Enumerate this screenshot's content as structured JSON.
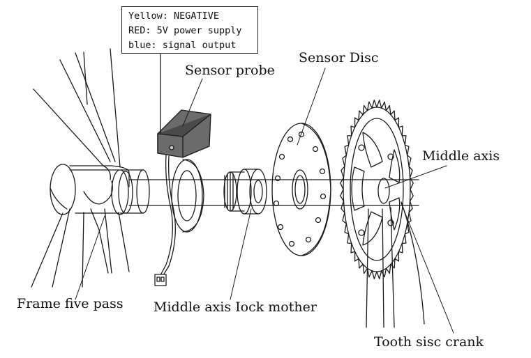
{
  "wire_legend": [
    "Yellow: NEGATIVE",
    "RED: 5V power supply",
    "blue: signal output"
  ],
  "labels": {
    "sensor_probe": "Sensor probe",
    "sensor_disc": "Sensor Disc",
    "middle_axis": "Middle axis",
    "frame_five_pass": "Frame five pass",
    "middle_axis_lock_mother": "Middle axis Iock mother",
    "tooth_sisc_crank": "Tooth sisc crank"
  },
  "colors": {
    "line": "#1a1a1a",
    "probe_fill": "#555555"
  }
}
